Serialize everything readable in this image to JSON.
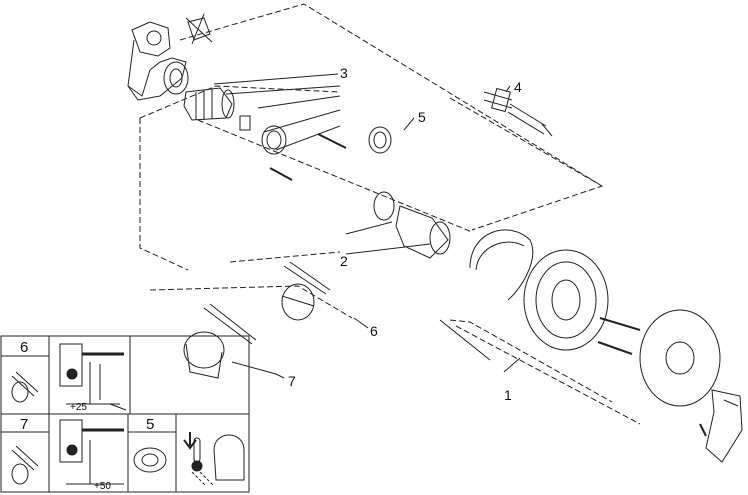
{
  "callouts": {
    "c1": "1",
    "c2": "2",
    "c3": "3",
    "c4": "4",
    "c5": "5",
    "c6": "6",
    "c7": "7"
  },
  "inset": {
    "row1_label": "6",
    "row2_label": "7",
    "row2_right_label": "5",
    "dim_top": "+25",
    "dim_bottom": "+50"
  }
}
